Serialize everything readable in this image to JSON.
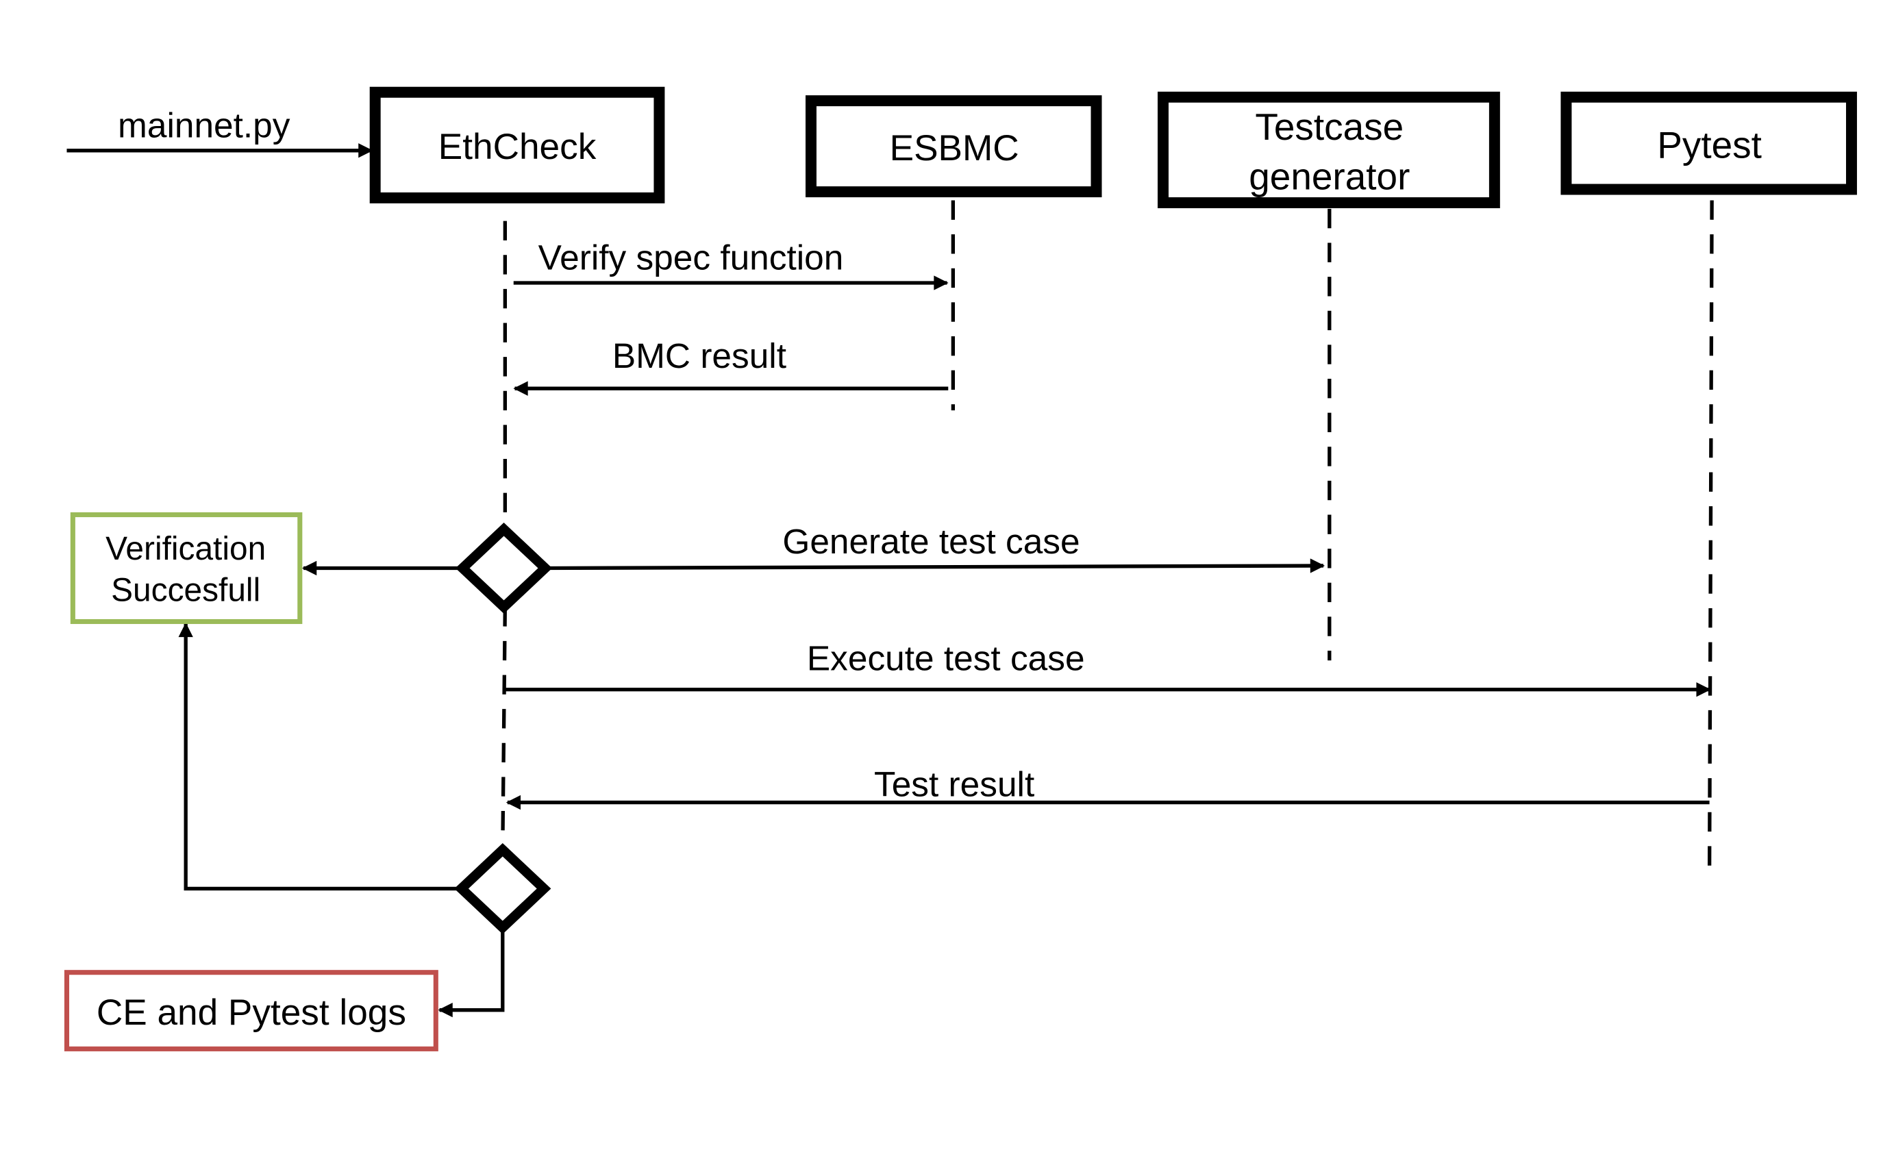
{
  "diagram": {
    "input_label": "mainnet.py",
    "participants": {
      "ethcheck": "EthCheck",
      "esbmc": "ESBMC",
      "testcase_generator_line1": "Testcase",
      "testcase_generator_line2": "generator",
      "pytest": "Pytest"
    },
    "messages": {
      "verify_spec": "Verify spec function",
      "bmc_result": "BMC result",
      "generate_test_case": "Generate test case",
      "execute_test_case": "Execute test case",
      "test_result": "Test result"
    },
    "outcomes": {
      "success_line1": "Verification",
      "success_line2": "Succesfull",
      "logs": "CE and Pytest logs"
    },
    "colors": {
      "success_border": "#9bbb59",
      "logs_border": "#c0504d",
      "line": "#000000"
    }
  }
}
